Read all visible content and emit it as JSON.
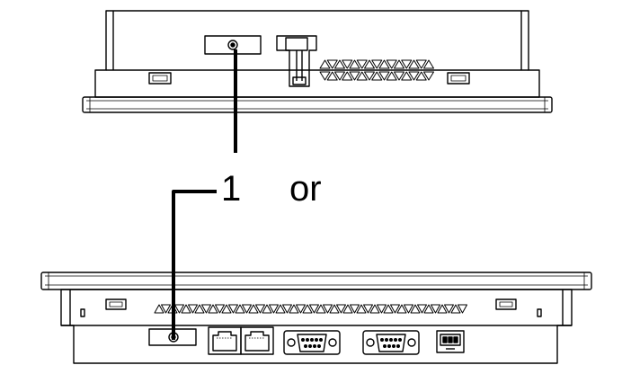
{
  "callout": {
    "number": "1",
    "alternative_word": "or"
  },
  "colors": {
    "line": "#000000",
    "background": "#ffffff"
  },
  "views": [
    {
      "name": "top-view",
      "contents": [
        "battery-cover",
        "din-clip",
        "mounting-slot-left",
        "mounting-slot-right",
        "vent-grille"
      ]
    },
    {
      "name": "bottom-view",
      "contents": [
        "battery-cover",
        "ethernet-port-1",
        "ethernet-port-2",
        "serial-port-1",
        "serial-port-2",
        "power-connector",
        "mounting-slot-left",
        "mounting-slot-right",
        "vent-grille"
      ]
    }
  ]
}
